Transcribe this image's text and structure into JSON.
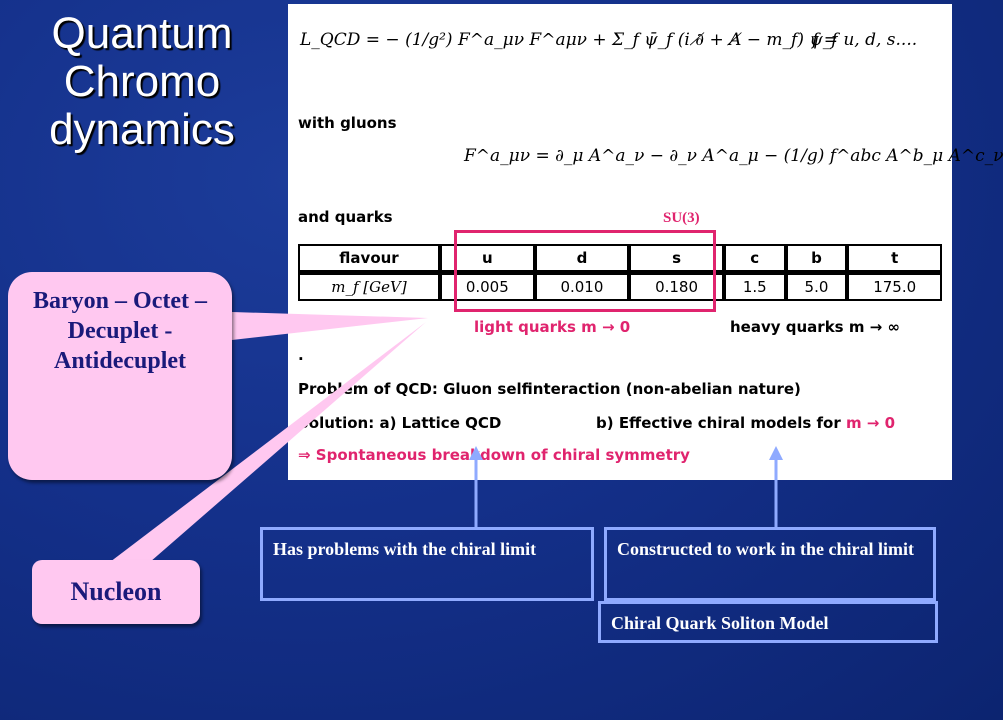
{
  "slide": {
    "title_lines": [
      "Quantum",
      "Chromo",
      "dynamics"
    ]
  },
  "panel": {
    "lagrangian": "L_QCD = − (1/g²) F^a_μν F^aμν + Σ_f ψ̄_f (i ∂̸ + A̸ − m_f) ψ_f",
    "flavour_set": "f = u, d, s....",
    "with_gluons": "with gluons",
    "field_strength": "F^a_μν = ∂_μ A^a_ν − ∂_ν A^a_μ − (1/g) f^abc A^b_μ A^c_ν",
    "and_quarks": "and quarks",
    "su3_label": "SU(3)",
    "table": {
      "header": [
        "flavour",
        "u",
        "d",
        "s",
        "c",
        "b",
        "t"
      ],
      "row": [
        "m_f [GeV]",
        "0.005",
        "0.010",
        "0.180",
        "1.5",
        "5.0",
        "175.0"
      ]
    },
    "light_quarks": "light quarks m → 0",
    "heavy_quarks": "heavy quarks m → ∞",
    "dot": ".",
    "problem": "Problem of QCD: Gluon selfinteraction (non-abelian nature)",
    "solution_a": "Solution: a) Lattice QCD",
    "solution_b_prefix": "b) Effective chiral models for ",
    "solution_b_suffix": "m → 0",
    "breakdown": "⇒ Spontaneous breakdown of chiral symmetry"
  },
  "callouts": {
    "baryon": "Baryon – Octet – Decuplet - Antidecuplet",
    "nucleon": "Nucleon",
    "lattice_note": "Has problems with the chiral limit",
    "chiral_note": "Constructed to work in the chiral limit",
    "model": "Chiral Quark Soliton Model"
  },
  "colors": {
    "background": "#14308a",
    "accent_pink": "#e0246e",
    "bubble_fill": "#ffc8f0",
    "box_border": "#8faaff"
  }
}
